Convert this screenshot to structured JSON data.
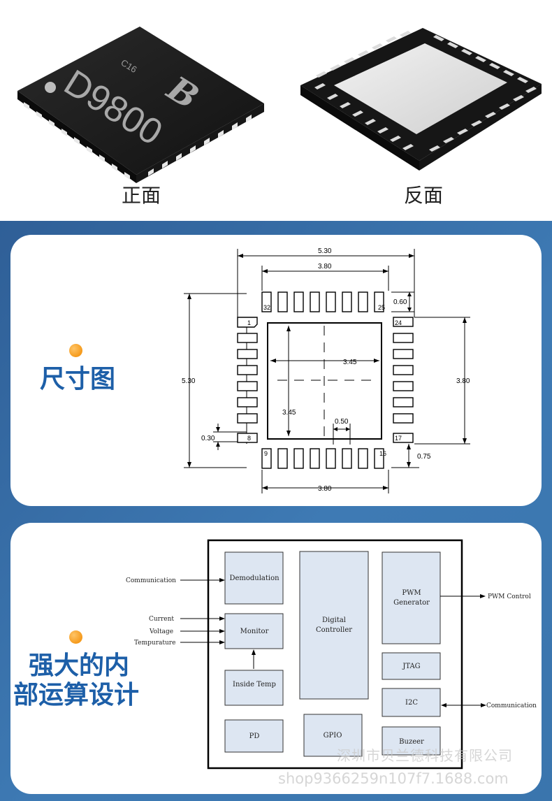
{
  "photos": {
    "front": {
      "label": "正面",
      "chip_code": "C16",
      "chip_marking": "D9800",
      "logo": "B"
    },
    "back": {
      "label": "反面"
    }
  },
  "dimension_section": {
    "title": "尺寸图",
    "dims": {
      "body_width": "5.30",
      "pad_span_top": "3.80",
      "pad_length": "0.60",
      "body_height": "5.30",
      "pad_span_right": "3.80",
      "ep_width": "3.45",
      "ep_height": "3.45",
      "pitch": "0.50",
      "pad_width": "0.30",
      "pad_offset": "0.75",
      "pad_span_bottom": "3.80"
    },
    "pin_labels": {
      "p32": "32",
      "p25": "25",
      "p1": "1",
      "p24": "24",
      "p8": "8",
      "p17": "17",
      "p9": "9",
      "p16": "16"
    }
  },
  "block_section": {
    "title_line1": "强大的内",
    "title_line2": "部运算设计",
    "inputs": {
      "communication_in": "Communication",
      "current": "Current",
      "voltage": "Voltage",
      "temperature": "Tempurature"
    },
    "blocks": {
      "demodulation": "Demodulation",
      "monitor": "Monitor",
      "inside_temp": "Inside Temp",
      "pd": "PD",
      "digital_controller_l1": "Digital",
      "digital_controller_l2": "Controller",
      "gpio": "GPIO",
      "pwm_l1": "PWM",
      "pwm_l2": "Generator",
      "jtag": "JTAG",
      "i2c": "I2C",
      "buzeer": "Buzeer"
    },
    "outputs": {
      "pwm_control": "PWM Control",
      "communication_out": "Communication"
    }
  },
  "watermark": {
    "company": "深圳市贝兰德科技有限公司",
    "shop": "shop9366259n107f7.1688.com"
  },
  "colors": {
    "band": "#3a75ad",
    "title_blue": "#1d5fa8",
    "dot_orange": "#f59a1b",
    "block_fill": "#dde6f2",
    "chip_black": "#1c1c1c"
  }
}
